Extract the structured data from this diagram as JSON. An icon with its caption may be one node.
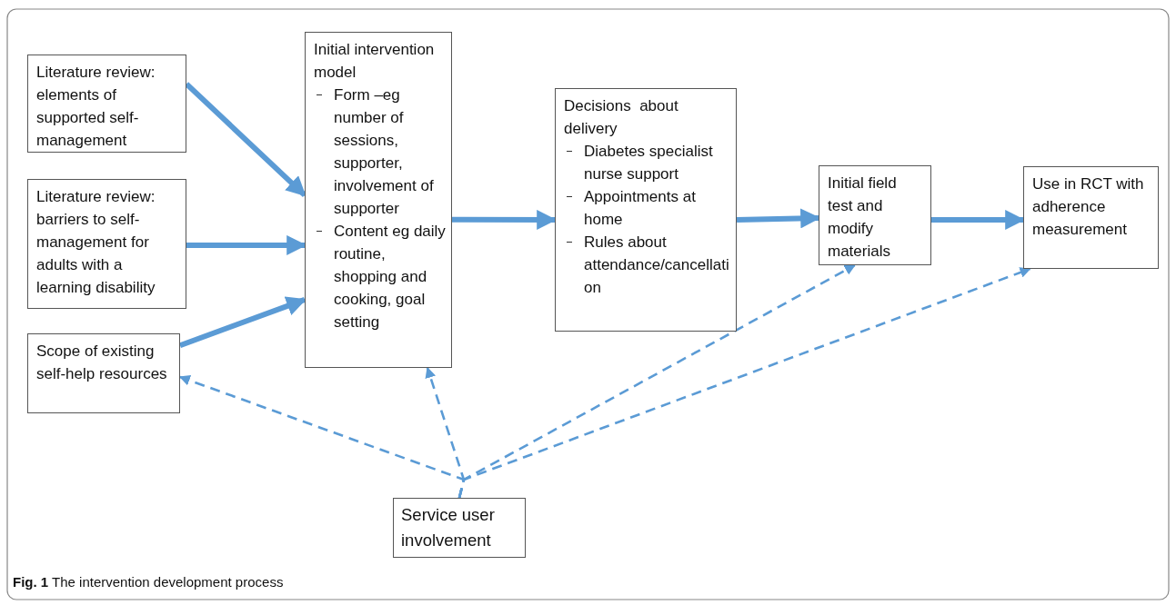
{
  "diagram": {
    "caption": "**Fig. 1** The intervention development process",
    "nodes": [
      {
        "text": [
          "Literature review: elements of supported self-management"
        ]
      },
      {
        "text": [
          "Literature review: barriers to self-management for adults with a learning disability"
        ]
      },
      {
        "text": [
          "Scope of existing self-help resources"
        ]
      },
      {
        "text": [
          "Initial intervention model",
          "Form –eg number of sessions, supporter, involvement of supporter",
          "Content eg daily routine, shopping and cooking, goal setting"
        ]
      },
      {
        "text": [
          "Decisions  about delivery",
          "Diabetes specialist nurse support",
          "Appointments at home",
          "Rules about attendance/cancellation"
        ]
      },
      {
        "text": [
          "Initial field test and modify materials"
        ]
      },
      {
        "text": [
          "Use in RCT with adherence measurement"
        ]
      },
      {
        "text": [
          "Service user involvement"
        ]
      }
    ],
    "edges": [
      {
        "from": 0,
        "to": 3,
        "arrow": "to"
      },
      {
        "from": 1,
        "to": 3,
        "arrow": "to"
      },
      {
        "from": 2,
        "to": 3,
        "arrow": "to"
      },
      {
        "from": 3,
        "to": 4,
        "arrow": "to"
      },
      {
        "from": 4,
        "to": 5,
        "arrow": "to"
      },
      {
        "from": 5,
        "to": 6,
        "arrow": "to"
      },
      {
        "from": 7,
        "to": 2,
        "arrow": "to",
        "style": "dashed"
      },
      {
        "from": 7,
        "to": 3,
        "arrow": "to",
        "style": "dashed"
      },
      {
        "from": 7,
        "to": 5,
        "arrow": "to",
        "style": "dashed"
      },
      {
        "from": 7,
        "to": 6,
        "arrow": "to",
        "style": "dashed"
      }
    ]
  }
}
